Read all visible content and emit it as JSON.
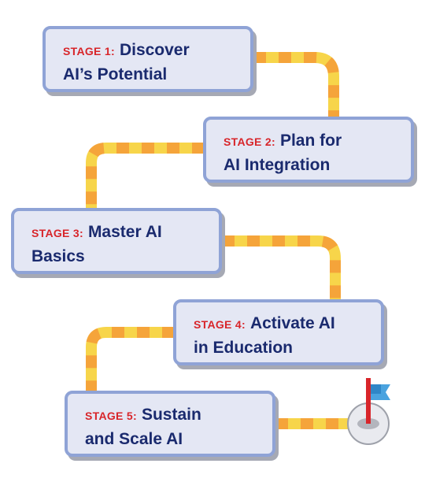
{
  "stages": [
    {
      "label": "STAGE 1:",
      "line1": "Discover",
      "line2": "AI’s Potential"
    },
    {
      "label": "STAGE 2:",
      "line1": "Plan for",
      "line2": "AI Integration"
    },
    {
      "label": "STAGE 3:",
      "line1": "Master AI",
      "line2": "Basics"
    },
    {
      "label": "STAGE 4:",
      "line1": "Activate AI",
      "line2": "in Education"
    },
    {
      "label": "STAGE 5:",
      "line1": "Sustain",
      "line2": "and Scale AI"
    }
  ],
  "colors": {
    "road_yellow": "#f7d54a",
    "road_orange": "#f5a43a",
    "box_fill": "#e4e7f4",
    "box_border": "#8fa3d6",
    "title_text": "#1a2a6e",
    "stage_label": "#d8252a",
    "flag": "#4aa3df",
    "pole": "#d8252a"
  },
  "icons": [
    "finish-flag-icon"
  ]
}
